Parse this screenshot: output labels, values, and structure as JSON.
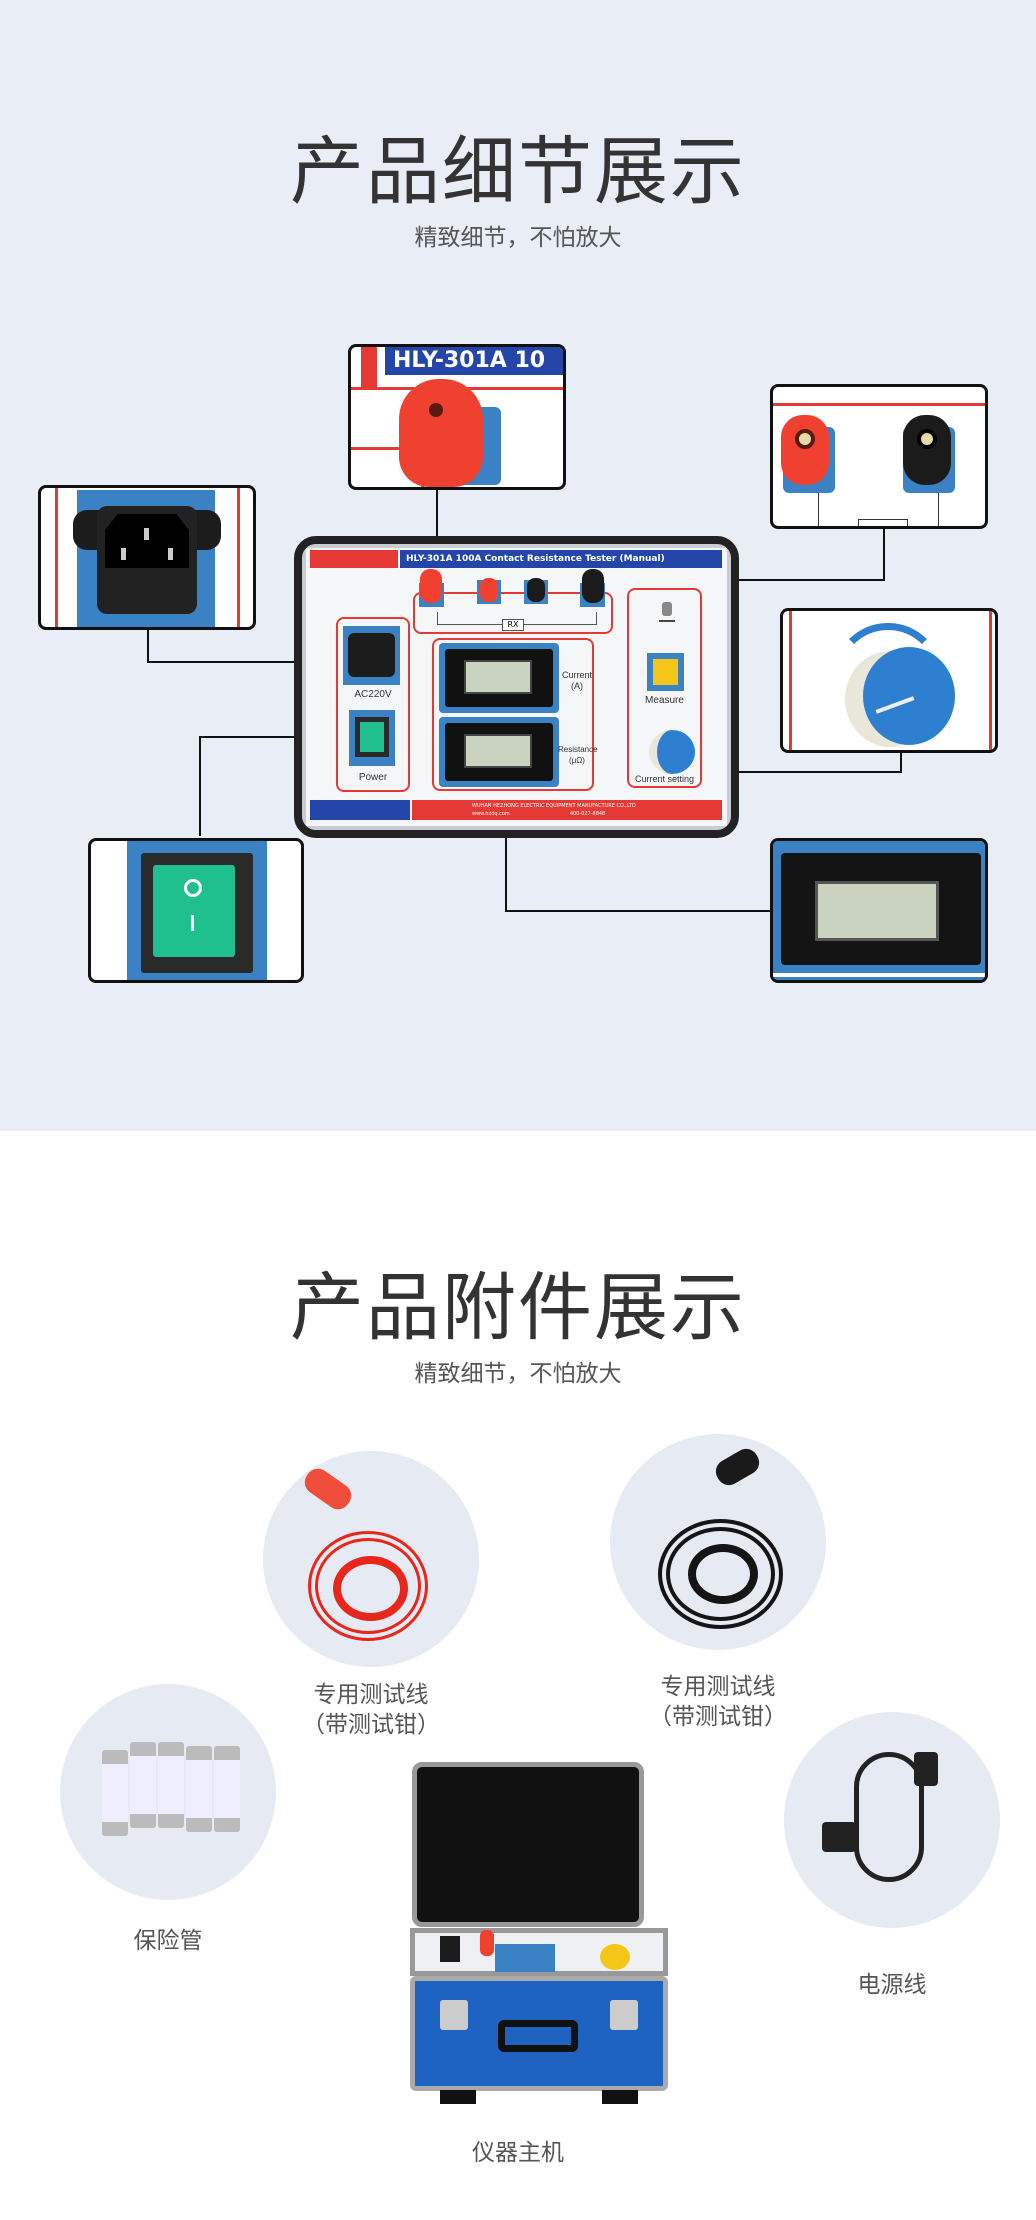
{
  "detail_section": {
    "title": "产品细节展示",
    "subtitle": "精致细节，不怕放大"
  },
  "panel": {
    "model_title": "HLY-301A 100A Contact Resistance Tester (Manual)",
    "zoom_title": "HLY-301A 10",
    "rx_label": "RX",
    "ac_label": "AC220V",
    "power_label": "Power",
    "current_label": "Current",
    "current_unit": "(A)",
    "resistance_label": "Resistance",
    "resistance_unit": "(μΩ)",
    "measure_label": "Measure",
    "current_setting_label": "Current setting",
    "phone": "400-027-8848",
    "website": "www.hzdq.com",
    "company": "WUHAN HEZHONG ELECTRIC EQUIPMENT MANUFACTURE CO.,LTD"
  },
  "accessory_section": {
    "title": "产品附件展示",
    "subtitle": "精致细节，不怕放大",
    "items": [
      {
        "name": "专用测试线",
        "note": "（带测试钳）",
        "color": "red"
      },
      {
        "name": "专用测试线",
        "note": "（带测试钳）",
        "color": "black"
      },
      {
        "name": "保险管"
      },
      {
        "name": "电源线"
      },
      {
        "name": "仪器主机"
      }
    ]
  },
  "colors": {
    "bg": "#e9edf5",
    "accent_blue": "#3b82c4",
    "accent_red": "#e53935",
    "title_bar": "#2446a8",
    "switch_green": "#1fc08e",
    "button_yellow": "#f5c518"
  }
}
